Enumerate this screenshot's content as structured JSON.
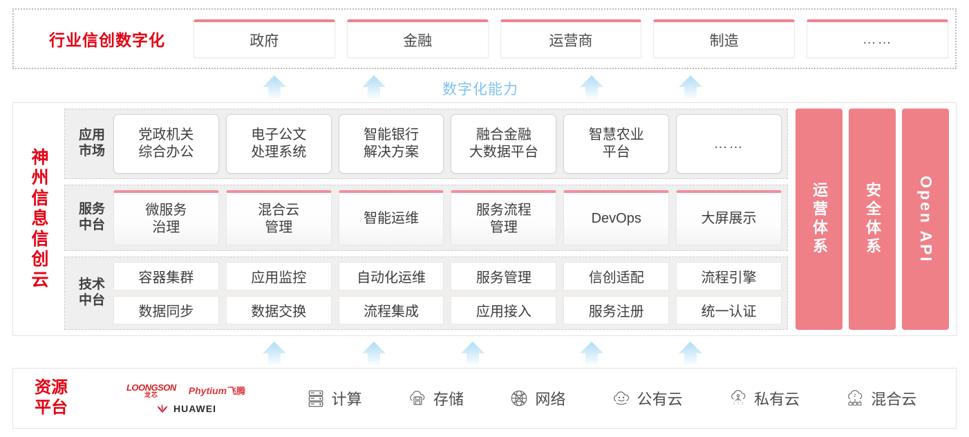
{
  "industry": {
    "title": "行业信创数字化",
    "boxes": [
      {
        "label": "政府",
        "name": "industry-box-government"
      },
      {
        "label": "金融",
        "name": "industry-box-finance"
      },
      {
        "label": "运营商",
        "name": "industry-box-carrier"
      },
      {
        "label": "制造",
        "name": "industry-box-manufacturing"
      },
      {
        "label": "……",
        "name": "industry-box-more"
      }
    ]
  },
  "capability": {
    "label": "数字化能力",
    "label_color": "#7ec2ef",
    "arrow_color": "#bfe2f7"
  },
  "platform": {
    "title": "神州信息信创云",
    "title_color": "#e60012",
    "rows": [
      {
        "label": "应用市场",
        "name": "row-app-market",
        "cells": [
          {
            "line1": "党政机关",
            "line2": "综合办公"
          },
          {
            "line1": "电子公文",
            "line2": "处理系统"
          },
          {
            "line1": "智能银行",
            "line2": "解决方案"
          },
          {
            "line1": "融合金融",
            "line2": "大数据平台"
          },
          {
            "line1": "智慧农业",
            "line2": "平台"
          },
          {
            "line1": "……",
            "line2": ""
          }
        ]
      },
      {
        "label": "服务中台",
        "name": "row-service-platform",
        "cells": [
          {
            "line1": "微服务",
            "line2": "治理"
          },
          {
            "line1": "混合云",
            "line2": "管理"
          },
          {
            "line1": "智能运维",
            "line2": ""
          },
          {
            "line1": "服务流程",
            "line2": "管理"
          },
          {
            "line1": "DevOps",
            "line2": ""
          },
          {
            "line1": "大屏展示",
            "line2": ""
          }
        ]
      },
      {
        "label": "技术中台",
        "name": "row-tech-platform",
        "line_a": [
          "容器集群",
          "应用监控",
          "自动化运维",
          "服务管理",
          "信创适配",
          "流程引擎"
        ],
        "line_b": [
          "数据同步",
          "数据交换",
          "流程集成",
          "应用接入",
          "服务注册",
          "统一认证"
        ]
      }
    ],
    "pillars": [
      {
        "label": "运营体系",
        "type": "cn",
        "name": "pillar-operations-system"
      },
      {
        "label": "安全体系",
        "type": "cn",
        "name": "pillar-security-system"
      },
      {
        "label": "Open API",
        "type": "en",
        "name": "pillar-open-api"
      }
    ],
    "pillar_color": "#ef8088"
  },
  "resource": {
    "title": "资源平台",
    "title_color": "#e60012",
    "vendors": [
      {
        "name": "loongson",
        "en": "LOONGSON",
        "cn": "龙芯"
      },
      {
        "name": "phytium",
        "en": "Phytium",
        "cn": "飞腾"
      },
      {
        "name": "huawei",
        "en": "HUAWEI",
        "cn": ""
      }
    ],
    "items": [
      {
        "label": "计算",
        "icon": "server-icon"
      },
      {
        "label": "存储",
        "icon": "cloud-storage-icon"
      },
      {
        "label": "网络",
        "icon": "network-globe-icon"
      },
      {
        "label": "公有云",
        "icon": "public-cloud-icon"
      },
      {
        "label": "私有云",
        "icon": "private-cloud-icon"
      },
      {
        "label": "混合云",
        "icon": "hybrid-cloud-icon"
      }
    ]
  }
}
